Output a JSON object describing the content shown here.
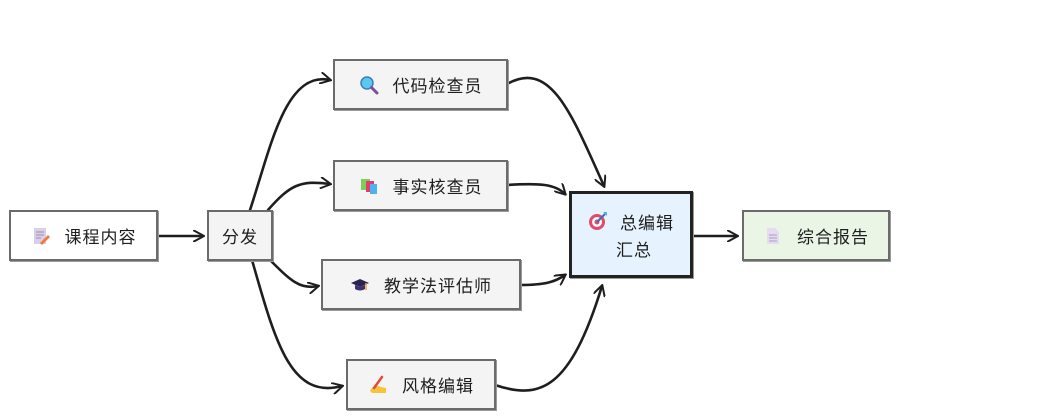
{
  "diagram": {
    "nodes": [
      {
        "id": "course",
        "label": "课程内容",
        "icon": "memo-icon"
      },
      {
        "id": "dispatch",
        "label": "分发"
      },
      {
        "id": "code",
        "label": "代码检查员",
        "icon": "magnifier-icon"
      },
      {
        "id": "fact",
        "label": "事实核查员",
        "icon": "books-icon"
      },
      {
        "id": "pedagogy",
        "label": "教学法评估师",
        "icon": "graduation-cap-icon"
      },
      {
        "id": "style",
        "label": "风格编辑",
        "icon": "writing-hand-icon"
      },
      {
        "id": "chief",
        "label_line1": "总编辑",
        "label_line2": "汇总",
        "icon": "target-icon"
      },
      {
        "id": "report",
        "label": "综合报告",
        "icon": "document-icon"
      }
    ],
    "edges": [
      {
        "from": "course",
        "to": "dispatch"
      },
      {
        "from": "dispatch",
        "to": "code"
      },
      {
        "from": "dispatch",
        "to": "fact"
      },
      {
        "from": "dispatch",
        "to": "pedagogy"
      },
      {
        "from": "dispatch",
        "to": "style"
      },
      {
        "from": "code",
        "to": "chief"
      },
      {
        "from": "fact",
        "to": "chief"
      },
      {
        "from": "pedagogy",
        "to": "chief"
      },
      {
        "from": "style",
        "to": "chief"
      },
      {
        "from": "chief",
        "to": "report"
      }
    ],
    "colors": {
      "chief_fill": "#e6f2fd",
      "report_fill": "#eaf5e6",
      "node_fill": "#f4f4f4",
      "edge": "#1e1e1e"
    }
  }
}
